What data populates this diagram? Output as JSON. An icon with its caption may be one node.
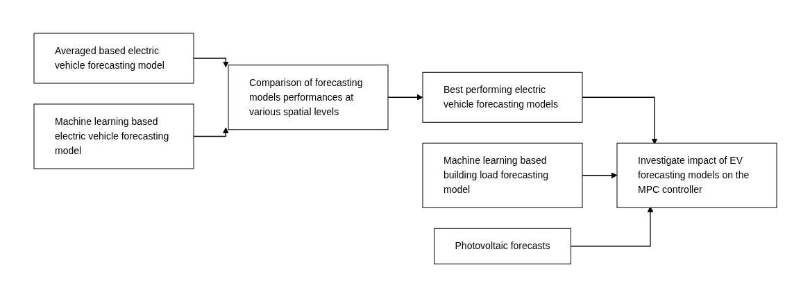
{
  "diagram": {
    "nodes": [
      {
        "text": [
          "Averaged based electric vehicle forecasting model"
        ]
      },
      {
        "text": [
          "Machine learning based electric vehicle forecasting model"
        ]
      },
      {
        "text": [
          "Comparison of forecasting models performances at various spatial levels"
        ]
      },
      {
        "text": [
          "Best performing electric vehicle forecasting models"
        ]
      },
      {
        "text": [
          "Machine learning based building load forecasting model"
        ]
      },
      {
        "text": [
          "Photovoltaic forecasts"
        ]
      },
      {
        "text": [
          "Investigate impact of EV forecasting models on the MPC controller"
        ]
      }
    ],
    "edges": [
      {
        "from": 0,
        "to": 2,
        "arrow": "to"
      },
      {
        "from": 1,
        "to": 2,
        "arrow": "to"
      },
      {
        "from": 2,
        "to": 3,
        "arrow": "to"
      },
      {
        "from": 3,
        "to": 6,
        "arrow": "to"
      },
      {
        "from": 4,
        "to": 6,
        "arrow": "to"
      },
      {
        "from": 5,
        "to": 6,
        "arrow": "to"
      }
    ]
  }
}
